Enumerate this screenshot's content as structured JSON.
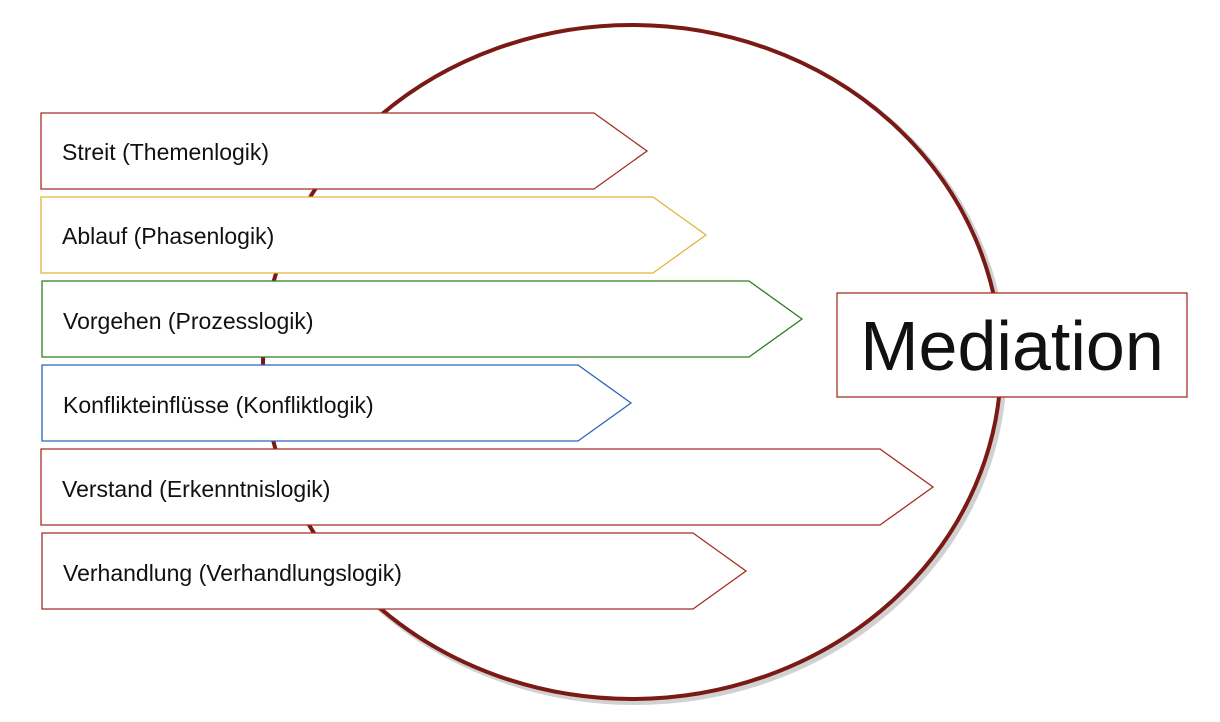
{
  "center": {
    "label": "Mediation",
    "border_color": "#a32f25"
  },
  "circle": {
    "stroke_color": "#7a1a14"
  },
  "arrows": [
    {
      "label": "Streit (Themenlogik)",
      "color": "#a32f25"
    },
    {
      "label": "Ablauf (Phasenlogik)",
      "color": "#e0b53a"
    },
    {
      "label": "Vorgehen (Prozesslogik)",
      "color": "#2e7d22"
    },
    {
      "label": "Konflikteinflüsse (Konfliktlogik)",
      "color": "#2a66b8"
    },
    {
      "label": "Verstand (Erkenntnislogik)",
      "color": "#a32f25"
    },
    {
      "label": "Verhandlung (Verhandlungslogik)",
      "color": "#a32f25"
    }
  ]
}
